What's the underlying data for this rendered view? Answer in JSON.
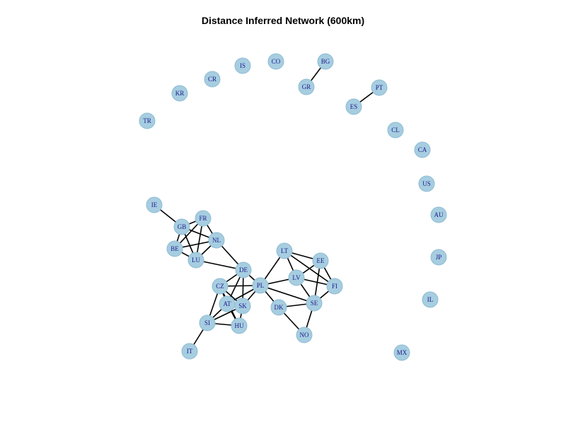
{
  "title": "Distance Inferred Network (600km)",
  "colors": {
    "node_fill": "#a6cde0",
    "node_stroke": "#8fbcd4",
    "edge": "#000000",
    "label": "#1a1a8c"
  },
  "nodes": [
    {
      "id": "TR"
    },
    {
      "id": "KR"
    },
    {
      "id": "CR"
    },
    {
      "id": "IS"
    },
    {
      "id": "CO"
    },
    {
      "id": "BG"
    },
    {
      "id": "GR"
    },
    {
      "id": "PT"
    },
    {
      "id": "ES"
    },
    {
      "id": "CL"
    },
    {
      "id": "CA"
    },
    {
      "id": "US"
    },
    {
      "id": "AU"
    },
    {
      "id": "JP"
    },
    {
      "id": "IL"
    },
    {
      "id": "MX"
    },
    {
      "id": "IE"
    },
    {
      "id": "GB"
    },
    {
      "id": "FR"
    },
    {
      "id": "BE"
    },
    {
      "id": "NL"
    },
    {
      "id": "LU"
    },
    {
      "id": "DE"
    },
    {
      "id": "CZ"
    },
    {
      "id": "PL"
    },
    {
      "id": "AT"
    },
    {
      "id": "SK"
    },
    {
      "id": "SI"
    },
    {
      "id": "HU"
    },
    {
      "id": "IT"
    },
    {
      "id": "LT"
    },
    {
      "id": "EE"
    },
    {
      "id": "LV"
    },
    {
      "id": "FI"
    },
    {
      "id": "DK"
    },
    {
      "id": "SE"
    },
    {
      "id": "NO"
    }
  ],
  "edges": [
    [
      "BG",
      "GR"
    ],
    [
      "PT",
      "ES"
    ],
    [
      "IE",
      "GB"
    ],
    [
      "GB",
      "FR"
    ],
    [
      "GB",
      "BE"
    ],
    [
      "GB",
      "NL"
    ],
    [
      "GB",
      "LU"
    ],
    [
      "FR",
      "BE"
    ],
    [
      "FR",
      "NL"
    ],
    [
      "FR",
      "LU"
    ],
    [
      "BE",
      "NL"
    ],
    [
      "BE",
      "LU"
    ],
    [
      "NL",
      "LU"
    ],
    [
      "NL",
      "DE"
    ],
    [
      "LU",
      "DE"
    ],
    [
      "DE",
      "CZ"
    ],
    [
      "DE",
      "PL"
    ],
    [
      "DE",
      "AT"
    ],
    [
      "DE",
      "SK"
    ],
    [
      "CZ",
      "PL"
    ],
    [
      "CZ",
      "AT"
    ],
    [
      "CZ",
      "SK"
    ],
    [
      "CZ",
      "HU"
    ],
    [
      "CZ",
      "SI"
    ],
    [
      "PL",
      "AT"
    ],
    [
      "PL",
      "SK"
    ],
    [
      "PL",
      "LT"
    ],
    [
      "PL",
      "LV"
    ],
    [
      "PL",
      "DK"
    ],
    [
      "PL",
      "SE"
    ],
    [
      "AT",
      "SK"
    ],
    [
      "AT",
      "HU"
    ],
    [
      "AT",
      "SI"
    ],
    [
      "SK",
      "HU"
    ],
    [
      "SK",
      "SI"
    ],
    [
      "SI",
      "HU"
    ],
    [
      "SI",
      "IT"
    ],
    [
      "LT",
      "EE"
    ],
    [
      "LT",
      "LV"
    ],
    [
      "LT",
      "FI"
    ],
    [
      "LV",
      "EE"
    ],
    [
      "LV",
      "FI"
    ],
    [
      "LV",
      "SE"
    ],
    [
      "EE",
      "FI"
    ],
    [
      "EE",
      "SE"
    ],
    [
      "FI",
      "SE"
    ],
    [
      "DK",
      "SE"
    ],
    [
      "DK",
      "NO"
    ],
    [
      "SE",
      "NO"
    ]
  ]
}
